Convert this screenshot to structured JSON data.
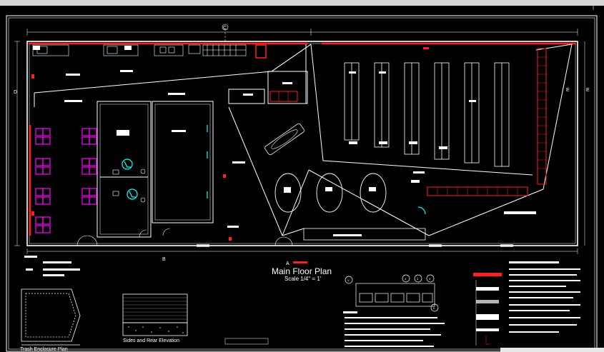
{
  "drawing": {
    "main_title": "Main  Floor Plan",
    "main_scale": "Scale 1/4\" = 1'",
    "trash_title": "Trash Enclosure Plan",
    "elevation_title": "Sides and Rear Elevation",
    "grid_labels": {
      "top": "C",
      "left": "D",
      "right_1": "E",
      "right_2": "E",
      "bottom_a": "A",
      "bottom_b": "B"
    },
    "detail_markers": [
      "1",
      "2",
      "3",
      "4",
      "5"
    ]
  },
  "colors": {
    "wall": "#ffffff",
    "accent_red": "#ff2020",
    "seating": "#ff00ff",
    "accessibility": "#00ffff",
    "background": "#000000"
  }
}
